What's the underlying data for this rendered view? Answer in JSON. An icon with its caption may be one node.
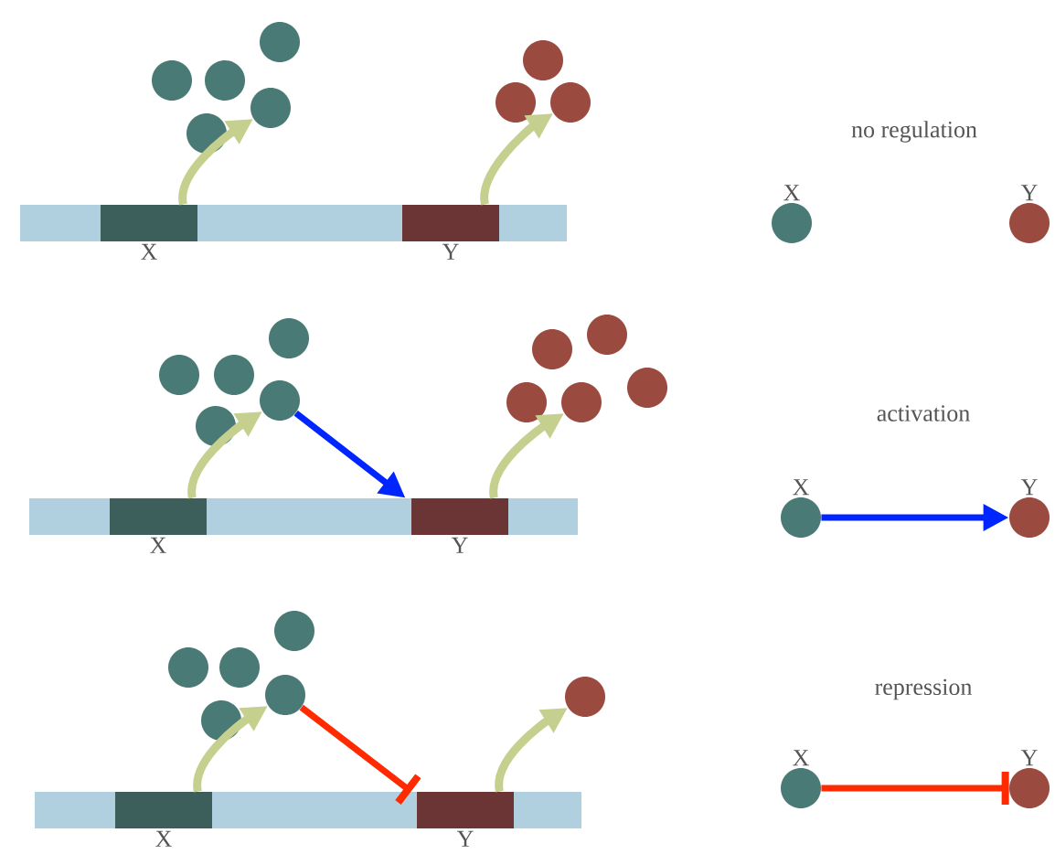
{
  "diagram": {
    "nodes": [
      {
        "text": [
          "X"
        ]
      },
      {
        "text": [
          "Y"
        ]
      },
      {
        "text": [],
        "shape": "circle"
      },
      {
        "text": [],
        "shape": "circle"
      },
      {
        "text": [],
        "shape": "circle"
      },
      {
        "text": [],
        "shape": "circle"
      },
      {
        "text": [],
        "shape": "circle"
      },
      {
        "text": [],
        "shape": "circle"
      },
      {
        "text": [],
        "shape": "circle"
      },
      {
        "text": [],
        "shape": "circle"
      },
      {
        "text": [
          "X"
        ]
      },
      {
        "text": [
          "Y"
        ]
      },
      {
        "text": [
          "X"
        ]
      },
      {
        "text": [
          "Y"
        ]
      },
      {
        "text": [],
        "shape": "circle"
      },
      {
        "text": [],
        "shape": "circle"
      },
      {
        "text": [],
        "shape": "circle"
      },
      {
        "text": [],
        "shape": "circle"
      },
      {
        "text": [],
        "shape": "circle"
      },
      {
        "text": [],
        "shape": "circle"
      },
      {
        "text": [],
        "shape": "circle"
      },
      {
        "text": [],
        "shape": "circle"
      },
      {
        "text": [],
        "shape": "circle"
      },
      {
        "text": [],
        "shape": "circle"
      },
      {
        "text": [
          "X"
        ]
      },
      {
        "text": [
          "Y"
        ]
      },
      {
        "text": [
          "X"
        ]
      },
      {
        "text": [
          "Y"
        ]
      },
      {
        "text": [],
        "shape": "circle"
      },
      {
        "text": [],
        "shape": "circle"
      },
      {
        "text": [],
        "shape": "circle"
      },
      {
        "text": [],
        "shape": "circle"
      },
      {
        "text": [],
        "shape": "circle"
      },
      {
        "text": [],
        "shape": "circle"
      },
      {
        "text": [
          "X"
        ]
      },
      {
        "text": [
          "Y"
        ]
      }
    ],
    "edges": [
      {
        "from": 0,
        "to": 6,
        "arrow": "to"
      },
      {
        "from": 1,
        "to": 9,
        "arrow": "to"
      },
      {
        "from": 12,
        "to": 18,
        "arrow": "to"
      },
      {
        "from": 13,
        "to": 22,
        "arrow": "to"
      },
      {
        "from": 18,
        "to": 13,
        "arrow": "to",
        "color": "#0026ff"
      },
      {
        "from": 24,
        "to": 25,
        "arrow": "to",
        "color": "#0026ff"
      },
      {
        "from": 26,
        "to": 32,
        "arrow": "to"
      },
      {
        "from": 27,
        "to": 33,
        "arrow": "to"
      },
      {
        "from": 32,
        "to": 27,
        "arrow": "other",
        "color": "#ff2a00"
      },
      {
        "from": 34,
        "to": 35,
        "arrow": "other",
        "color": "#ff2a00"
      }
    ],
    "labels": [
      "no regulation",
      "activation",
      "repression"
    ]
  }
}
